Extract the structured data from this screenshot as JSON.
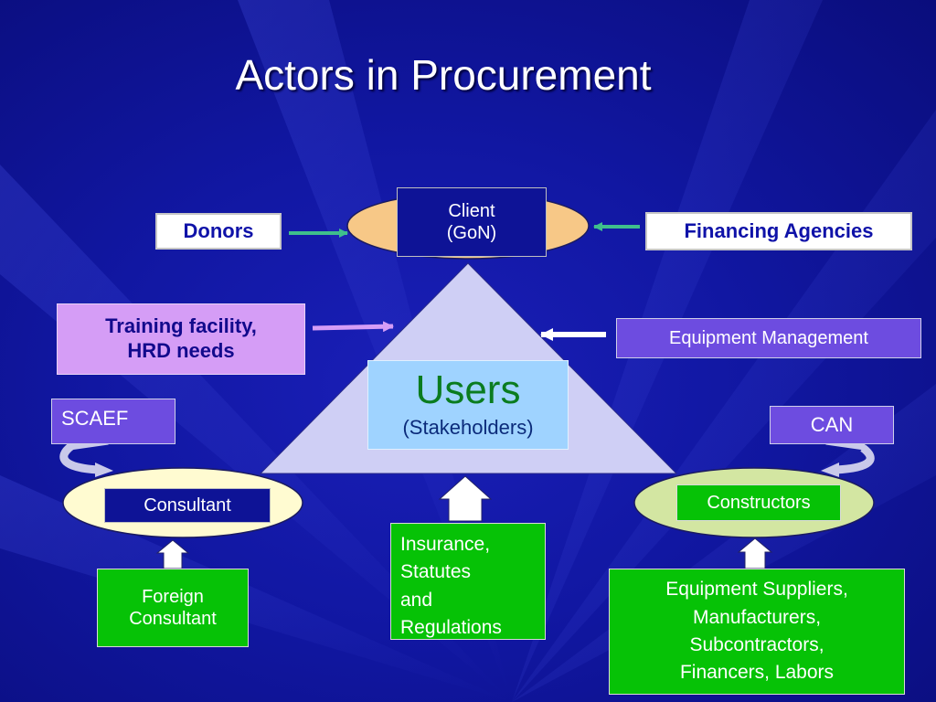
{
  "slide": {
    "title": "Actors in Procurement",
    "colors": {
      "background": "#1117a2",
      "pyramid": "#cfcff5",
      "client_ellipse": "#f7c887",
      "ellipse_fill": "#fffbd1",
      "constructor_ellipse": "#d3e6a2",
      "green_box": "#06c206",
      "arrow_green": "#3fbf8c",
      "arrow_lilac": "#d59df6"
    }
  },
  "diagram": {
    "client": {
      "line1": "Client",
      "line2": "(GoN)"
    },
    "donors": "Donors",
    "financing_agencies": "Financing Agencies",
    "training": {
      "line1": "Training facility,",
      "line2": "HRD needs"
    },
    "equipment_management": "Equipment Management",
    "users": {
      "title": "Users",
      "subtitle": "(Stakeholders)"
    },
    "scaef": "SCAEF",
    "can": "CAN",
    "consultant": "Consultant",
    "constructors": "Constructors",
    "foreign_consultant": {
      "line1": "Foreign",
      "line2": "Consultant"
    },
    "insurance": {
      "line1": "Insurance,",
      "line2": "Statutes",
      "line3": "and",
      "line4": "Regulations"
    },
    "equipment_suppliers": {
      "line1": "Equipment Suppliers,",
      "line2": "Manufacturers,",
      "line3": "Subcontractors,",
      "line4": "Financers, Labors"
    }
  }
}
